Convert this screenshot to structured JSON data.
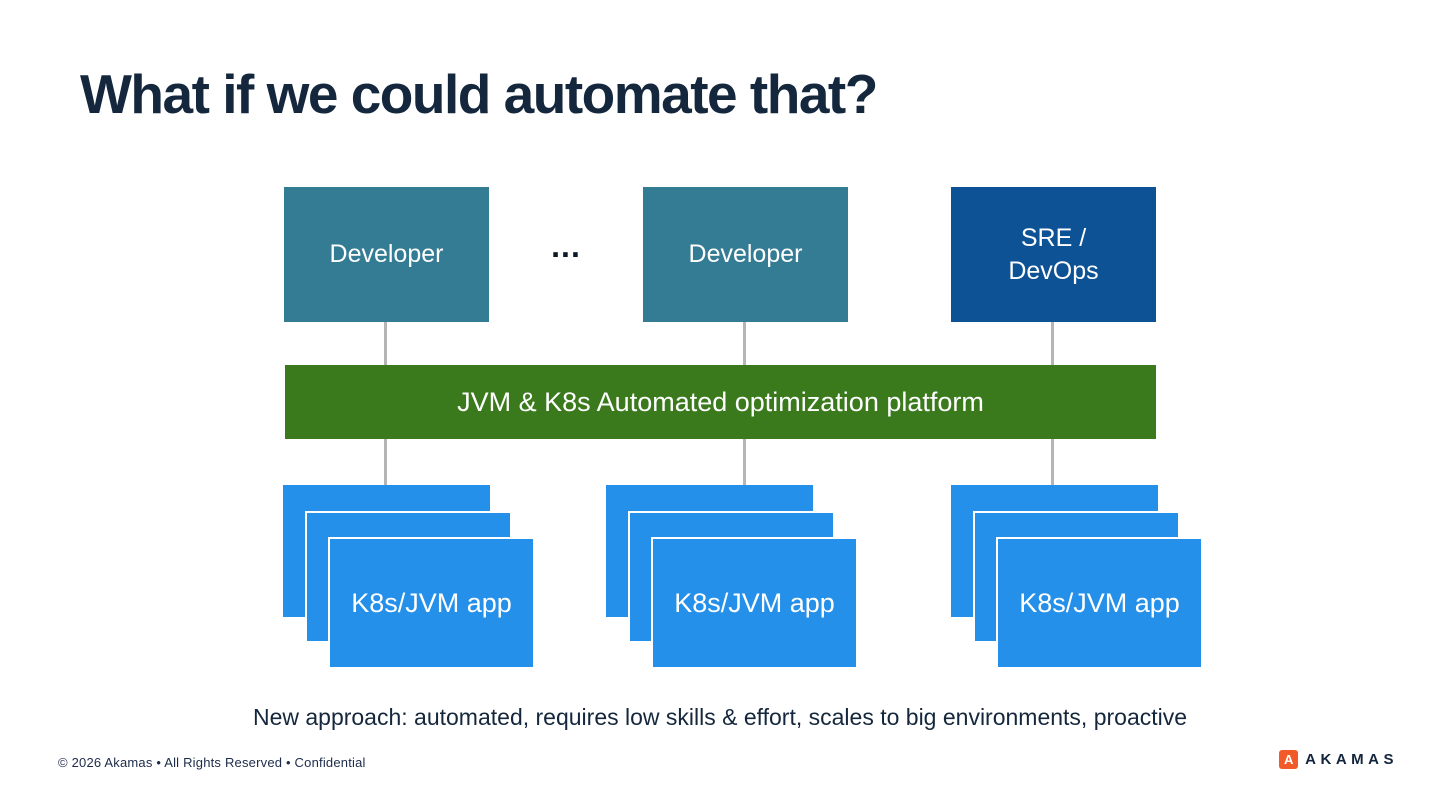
{
  "slide": {
    "title": "What if we could automate that?",
    "ellipsis": "...",
    "bottom_note": "New approach: automated, requires low skills & effort, scales to big environments, proactive",
    "footer_text": "© 2026 Akamas • All Rights Reserved  • Confidential"
  },
  "colors": {
    "title_navy": "#14273c",
    "teal": "#347b94",
    "dark_blue": "#0d5295",
    "green": "#3a7a1d",
    "app_blue": "#2590e9",
    "connector_gray": "#b5b5b5",
    "logo_orange": "#f15b29"
  },
  "diagram": {
    "actors": [
      {
        "label": "Developer"
      },
      {
        "label": "Developer"
      },
      {
        "label": "SRE /\nDevOps"
      }
    ],
    "platform_label": "JVM & K8s Automated optimization platform",
    "app_label": "K8s/JVM app"
  },
  "logo": {
    "mark": "A",
    "wordmark": "AKAMAS"
  }
}
